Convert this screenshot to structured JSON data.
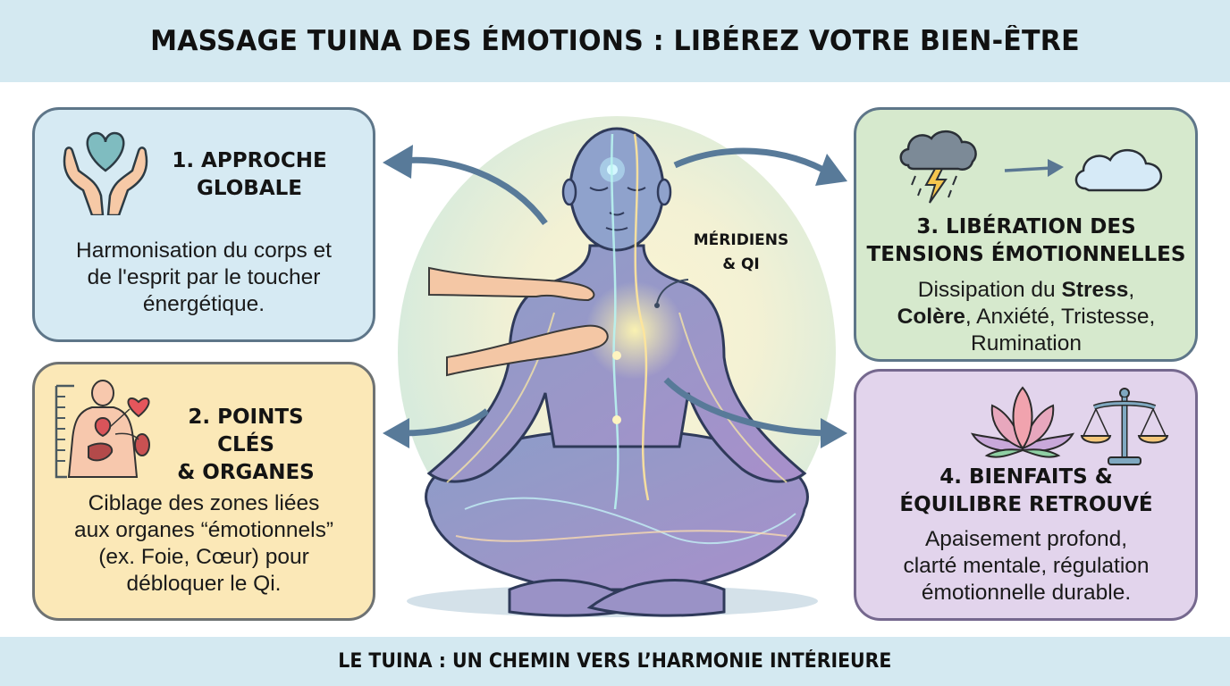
{
  "header": {
    "title": "MASSAGE TUINA DES ÉMOTIONS : LIBÉREZ VOTRE BIEN-ÊTRE"
  },
  "center": {
    "figure": "meditating-figure-with-meridians",
    "label": [
      "MÉRIDIENS",
      "& QI"
    ]
  },
  "cards": [
    {
      "id": "approche-globale",
      "icon": "hands-heart-icon",
      "title": [
        "1. APPROCHE",
        "GLOBALE"
      ],
      "desc": [
        "Harmonisation du corps et",
        "de l'esprit par le toucher",
        "énergétique."
      ],
      "bg": "#d6eaf3"
    },
    {
      "id": "points-cles",
      "icon": "body-organs-icon",
      "title": [
        "2. POINTS CLÉS",
        "& ORGANES"
      ],
      "desc": [
        "Ciblage des zones liées",
        "aux organes “émotionnels”",
        "(ex. Foie, Cœur) pour",
        "débloquer le Qi."
      ],
      "bg": "#fbe8b7"
    },
    {
      "id": "liberation-tensions",
      "icon": "storm-to-cloud-icon",
      "title": [
        "3. LIBÉRATION DES",
        "TENSIONS ÉMOTIONNELLES"
      ],
      "desc": {
        "line1_pre": "Dissipation du ",
        "line1_bold": "Stress",
        "line1_post": ",",
        "line2_bold": "Colère",
        "line2_post": ", Anxiété, Tristesse,",
        "line3": "Rumination"
      },
      "bg": "#d6e9cd"
    },
    {
      "id": "bienfaits",
      "icon": "lotus-scale-icon",
      "title": [
        "4. BIENFAITS &",
        "ÉQUILIBRE RETROUVÉ"
      ],
      "desc": [
        "Apaisement profond,",
        "clarté mentale, régulation",
        "émotionnelle durable."
      ],
      "bg": "#e2d4ec"
    }
  ],
  "footer": {
    "text": "LE TUINA : UN CHEMIN VERS L’HARMONIE INTÉRIEURE"
  },
  "colors": {
    "band": "#d4e9f1",
    "arrow": "#587a99"
  }
}
